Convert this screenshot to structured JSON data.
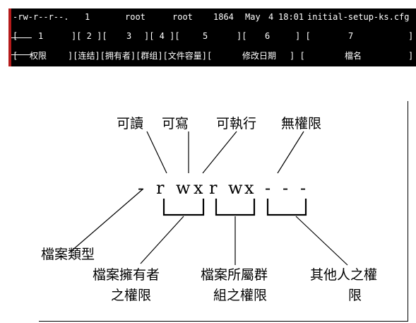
{
  "terminal": {
    "row1": {
      "perms": "-rw-r--r--.",
      "links": "1",
      "owner": "root",
      "group": "root",
      "size": "1864",
      "month": "May",
      "day": "4",
      "time": "18:01",
      "filename": "initial-setup-ks.cfg"
    },
    "row2": {
      "c1": "[",
      "c2": "1",
      "c3": "][ 2 ][",
      "c4": "3",
      "c5": "][ 4 ][",
      "c6": "5",
      "c7": "][",
      "c8": "6",
      "c9": "] [",
      "c10": "7",
      "c11": "]"
    },
    "row3": {
      "c1": "[",
      "c2": "权限",
      "c3": "][连结][拥有者][群组][文件容量][",
      "c4": "修改日期",
      "c5": "] [",
      "c6": "檔名",
      "c7": "]"
    },
    "colors": {
      "background": "#000000",
      "text": "#ffffff",
      "accent": "#b51b1b"
    }
  },
  "diagram": {
    "top_labels": {
      "read": "可讀",
      "write": "可寫",
      "execute": "可執行",
      "no_perm": "無權限"
    },
    "perm_chars": [
      "-",
      "r",
      "w",
      "x",
      "r",
      "w",
      "x",
      "-",
      "-",
      "-"
    ],
    "bottom_labels": {
      "file_type": "檔案類型",
      "owner_line1": "檔案擁有者",
      "owner_line2": "之權限",
      "group_line1": "檔案所屬群",
      "group_line2": "組之權限",
      "others_line1": "其他人之權",
      "others_line2": "限"
    }
  }
}
